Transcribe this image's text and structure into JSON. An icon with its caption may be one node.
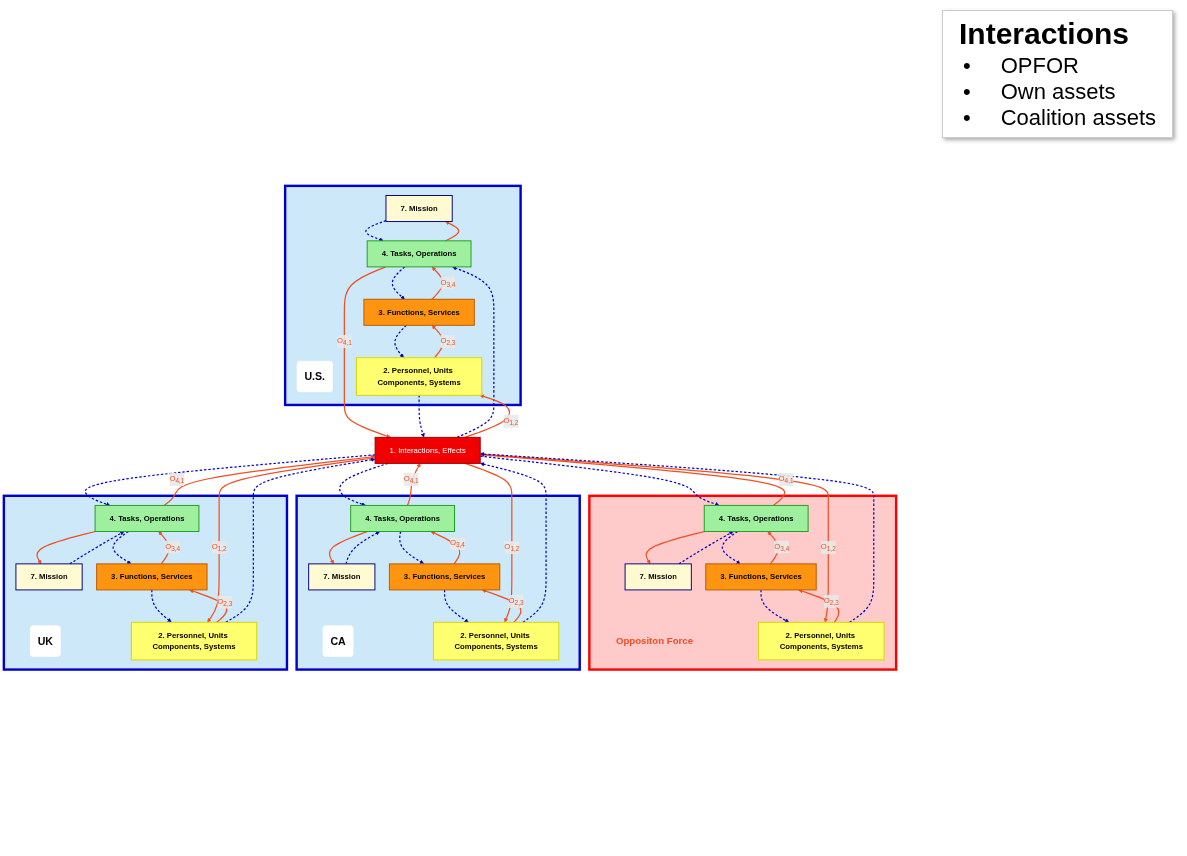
{
  "diagram": {
    "title": "Interactions",
    "nodes": [
      {
        "text": [],
        "shape": "box"
      },
      {
        "text": [
          "7. Mission"
        ],
        "in": 0
      },
      {
        "text": [
          "4. Tasks, Operations"
        ],
        "in": 0
      },
      {
        "text": [
          "3. Functions, Services"
        ],
        "in": 0
      },
      {
        "text": [
          "U.S."
        ],
        "in": 0
      },
      {
        "text": [
          "2. Personnel, Units Components, Systems"
        ],
        "in": 0
      },
      {
        "text": [
          "1. Interactions, Effects"
        ]
      },
      {
        "text": [],
        "shape": "box"
      },
      {
        "text": [
          "7. Mission"
        ],
        "in": 7
      },
      {
        "text": [
          "4. Tasks, Operations"
        ],
        "in": 7
      },
      {
        "text": [
          "Oppositon Force"
        ],
        "in": 7
      },
      {
        "text": [
          "3. Functions, Services"
        ],
        "in": 7
      },
      {
        "text": [
          "2. Personnel, Units Components, Systems"
        ],
        "in": 7
      },
      {
        "text": [],
        "shape": "box"
      },
      {
        "text": [
          "7. Mission"
        ],
        "in": 13
      },
      {
        "text": [
          "4. Tasks, Operations"
        ],
        "in": 13
      },
      {
        "text": [
          "3. Functions, Services"
        ],
        "in": 13
      },
      {
        "text": [
          "CA"
        ],
        "in": 13
      },
      {
        "text": [
          "2. Personnel, Units Components, Systems"
        ],
        "in": 13
      },
      {
        "text": [],
        "shape": "box"
      },
      {
        "text": [
          "7. Mission"
        ],
        "in": 19
      },
      {
        "text": [
          "4. Tasks, Operations"
        ],
        "in": 19
      },
      {
        "text": [
          "UK"
        ],
        "in": 19
      },
      {
        "text": [
          "3. Functions, Services"
        ],
        "in": 19
      },
      {
        "text": [
          "2. Personnel, Units Components, Systems"
        ],
        "in": 19
      }
    ],
    "edges": [
      {
        "from": 1,
        "to": 2,
        "arrow": "to",
        "style": "dashed",
        "color": "#0000cc"
      },
      {
        "from": 2,
        "to": 1,
        "arrow": "to",
        "color": "#f04e23"
      },
      {
        "from": 2,
        "to": 3,
        "arrow": "to",
        "style": "dashed",
        "color": "#0000cc"
      },
      {
        "from": 3,
        "to": 2,
        "arrow": "to",
        "label": "O$_{3,4}$",
        "color": "#f04e23"
      },
      {
        "from": 3,
        "to": 5,
        "arrow": "to",
        "style": "dashed",
        "color": "#0000cc"
      },
      {
        "from": 5,
        "to": 3,
        "arrow": "to",
        "label": "O$_{2,3}$",
        "color": "#f04e23"
      },
      {
        "from": 2,
        "to": 6,
        "arrow": "to",
        "label": "O$_{4,1}$",
        "color": "#f04e23"
      },
      {
        "from": 6,
        "to": 2,
        "arrow": "to",
        "style": "dashed",
        "color": "#0000cc"
      },
      {
        "from": 6,
        "to": 5,
        "arrow": "to",
        "label": "O$_{1,2}$",
        "color": "#f04e23"
      },
      {
        "from": 5,
        "to": 6,
        "arrow": "to",
        "style": "dashed",
        "color": "#0000cc"
      },
      {
        "from": 8,
        "to": 9,
        "arrow": "to",
        "style": "dashed",
        "color": "#0000cc"
      },
      {
        "from": 9,
        "to": 8,
        "arrow": "to",
        "color": "#f04e23"
      },
      {
        "from": 9,
        "to": 11,
        "arrow": "to",
        "style": "dashed",
        "color": "#0000cc"
      },
      {
        "from": 11,
        "to": 9,
        "arrow": "to",
        "label": "O$_{3,4}$",
        "color": "#f04e23"
      },
      {
        "from": 11,
        "to": 12,
        "arrow": "to",
        "style": "dashed",
        "color": "#0000cc"
      },
      {
        "from": 12,
        "to": 11,
        "arrow": "to",
        "label": "O$_{2,3}$",
        "color": "#f04e23"
      },
      {
        "from": 9,
        "to": 6,
        "arrow": "to",
        "label": "O$_{4,1}$",
        "color": "#f04e23"
      },
      {
        "from": 6,
        "to": 9,
        "arrow": "to",
        "style": "dashed",
        "color": "#0000cc"
      },
      {
        "from": 6,
        "to": 12,
        "arrow": "to",
        "label": "O$_{1,2}$",
        "color": "#f04e23"
      },
      {
        "from": 12,
        "to": 6,
        "arrow": "to",
        "style": "dashed",
        "color": "#0000cc"
      },
      {
        "from": 14,
        "to": 15,
        "arrow": "to",
        "style": "dashed",
        "color": "#0000cc"
      },
      {
        "from": 15,
        "to": 14,
        "arrow": "to",
        "color": "#f04e23"
      },
      {
        "from": 15,
        "to": 16,
        "arrow": "to",
        "style": "dashed",
        "color": "#0000cc"
      },
      {
        "from": 16,
        "to": 15,
        "arrow": "to",
        "label": "O$_{3,4}$",
        "color": "#f04e23"
      },
      {
        "from": 16,
        "to": 18,
        "arrow": "to",
        "style": "dashed",
        "color": "#0000cc"
      },
      {
        "from": 18,
        "to": 16,
        "arrow": "to",
        "label": "O$_{2,3}$",
        "color": "#f04e23"
      },
      {
        "from": 15,
        "to": 6,
        "arrow": "to",
        "label": "O$_{4,1}$",
        "color": "#f04e23"
      },
      {
        "from": 6,
        "to": 15,
        "arrow": "to",
        "style": "dashed",
        "color": "#0000cc"
      },
      {
        "from": 6,
        "to": 18,
        "arrow": "to",
        "label": "O$_{1,2}$",
        "color": "#f04e23"
      },
      {
        "from": 18,
        "to": 6,
        "arrow": "to",
        "style": "dashed",
        "color": "#0000cc"
      },
      {
        "from": 20,
        "to": 21,
        "arrow": "to",
        "style": "dashed",
        "color": "#0000cc"
      },
      {
        "from": 21,
        "to": 20,
        "arrow": "to",
        "color": "#f04e23"
      },
      {
        "from": 21,
        "to": 23,
        "arrow": "to",
        "style": "dashed",
        "color": "#0000cc"
      },
      {
        "from": 23,
        "to": 21,
        "arrow": "to",
        "label": "O$_{3,4}$",
        "color": "#f04e23"
      },
      {
        "from": 23,
        "to": 24,
        "arrow": "to",
        "style": "dashed",
        "color": "#0000cc"
      },
      {
        "from": 24,
        "to": 23,
        "arrow": "to",
        "label": "O$_{2,3}$",
        "color": "#f04e23"
      },
      {
        "from": 21,
        "to": 6,
        "arrow": "to",
        "label": "O$_{4,1}$",
        "color": "#f04e23"
      },
      {
        "from": 6,
        "to": 21,
        "arrow": "to",
        "style": "dashed",
        "color": "#0000cc"
      },
      {
        "from": 6,
        "to": 24,
        "arrow": "to",
        "label": "O$_{1,2}$",
        "color": "#f04e23"
      },
      {
        "from": 24,
        "to": 6,
        "arrow": "to",
        "style": "dashed",
        "color": "#0000cc"
      }
    ],
    "labels": [
      "•",
      "OPFOR",
      "•",
      "Own assets",
      "•",
      "Coalition assets"
    ]
  }
}
